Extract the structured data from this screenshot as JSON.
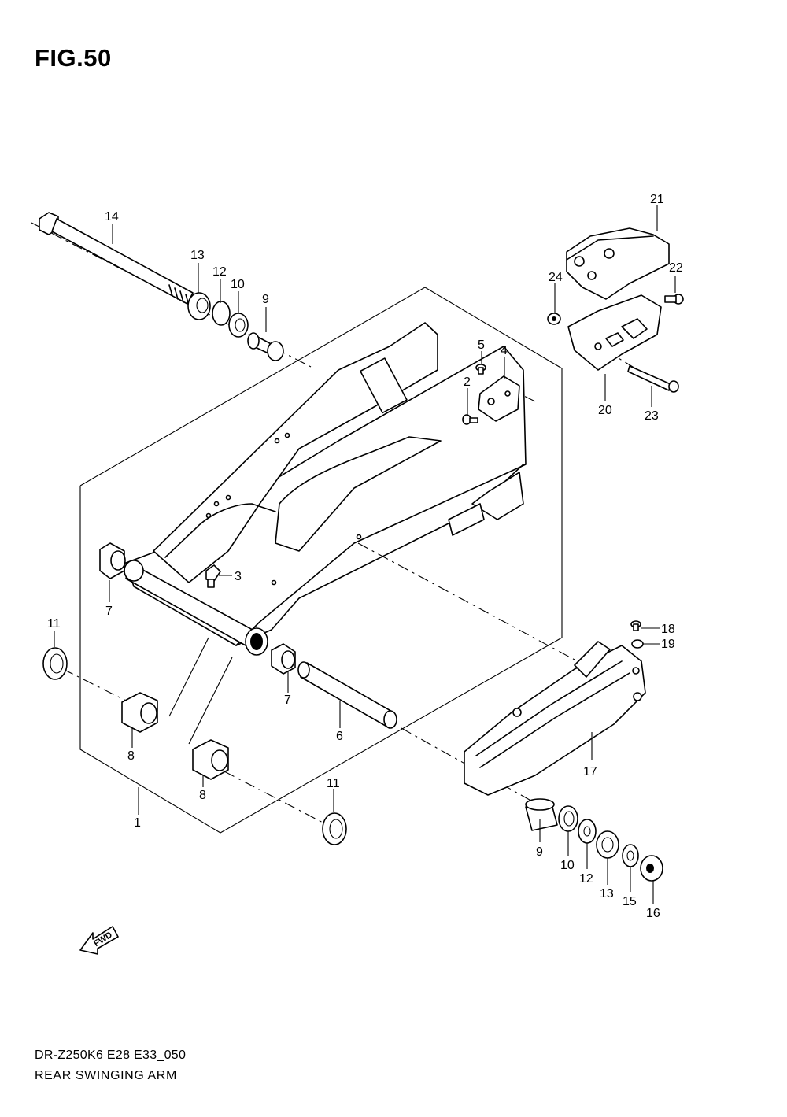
{
  "figure": {
    "title": "FIG.50",
    "model_code": "DR-Z250K6 E28 E33_050",
    "caption": "REAR SWINGING ARM",
    "fwd_label": "FWD"
  },
  "callouts": {
    "c1": "1",
    "c2": "2",
    "c3": "3",
    "c4": "4",
    "c5": "5",
    "c6": "6",
    "c7a": "7",
    "c7b": "7",
    "c8a": "8",
    "c8b": "8",
    "c9a": "9",
    "c9b": "9",
    "c10a": "10",
    "c10b": "10",
    "c11a": "11",
    "c11b": "11",
    "c12a": "12",
    "c12b": "12",
    "c13a": "13",
    "c13b": "13",
    "c14": "14",
    "c15": "15",
    "c16": "16",
    "c17": "17",
    "c18": "18",
    "c19": "19",
    "c20": "20",
    "c21": "21",
    "c22": "22",
    "c23": "23",
    "c24": "24"
  }
}
